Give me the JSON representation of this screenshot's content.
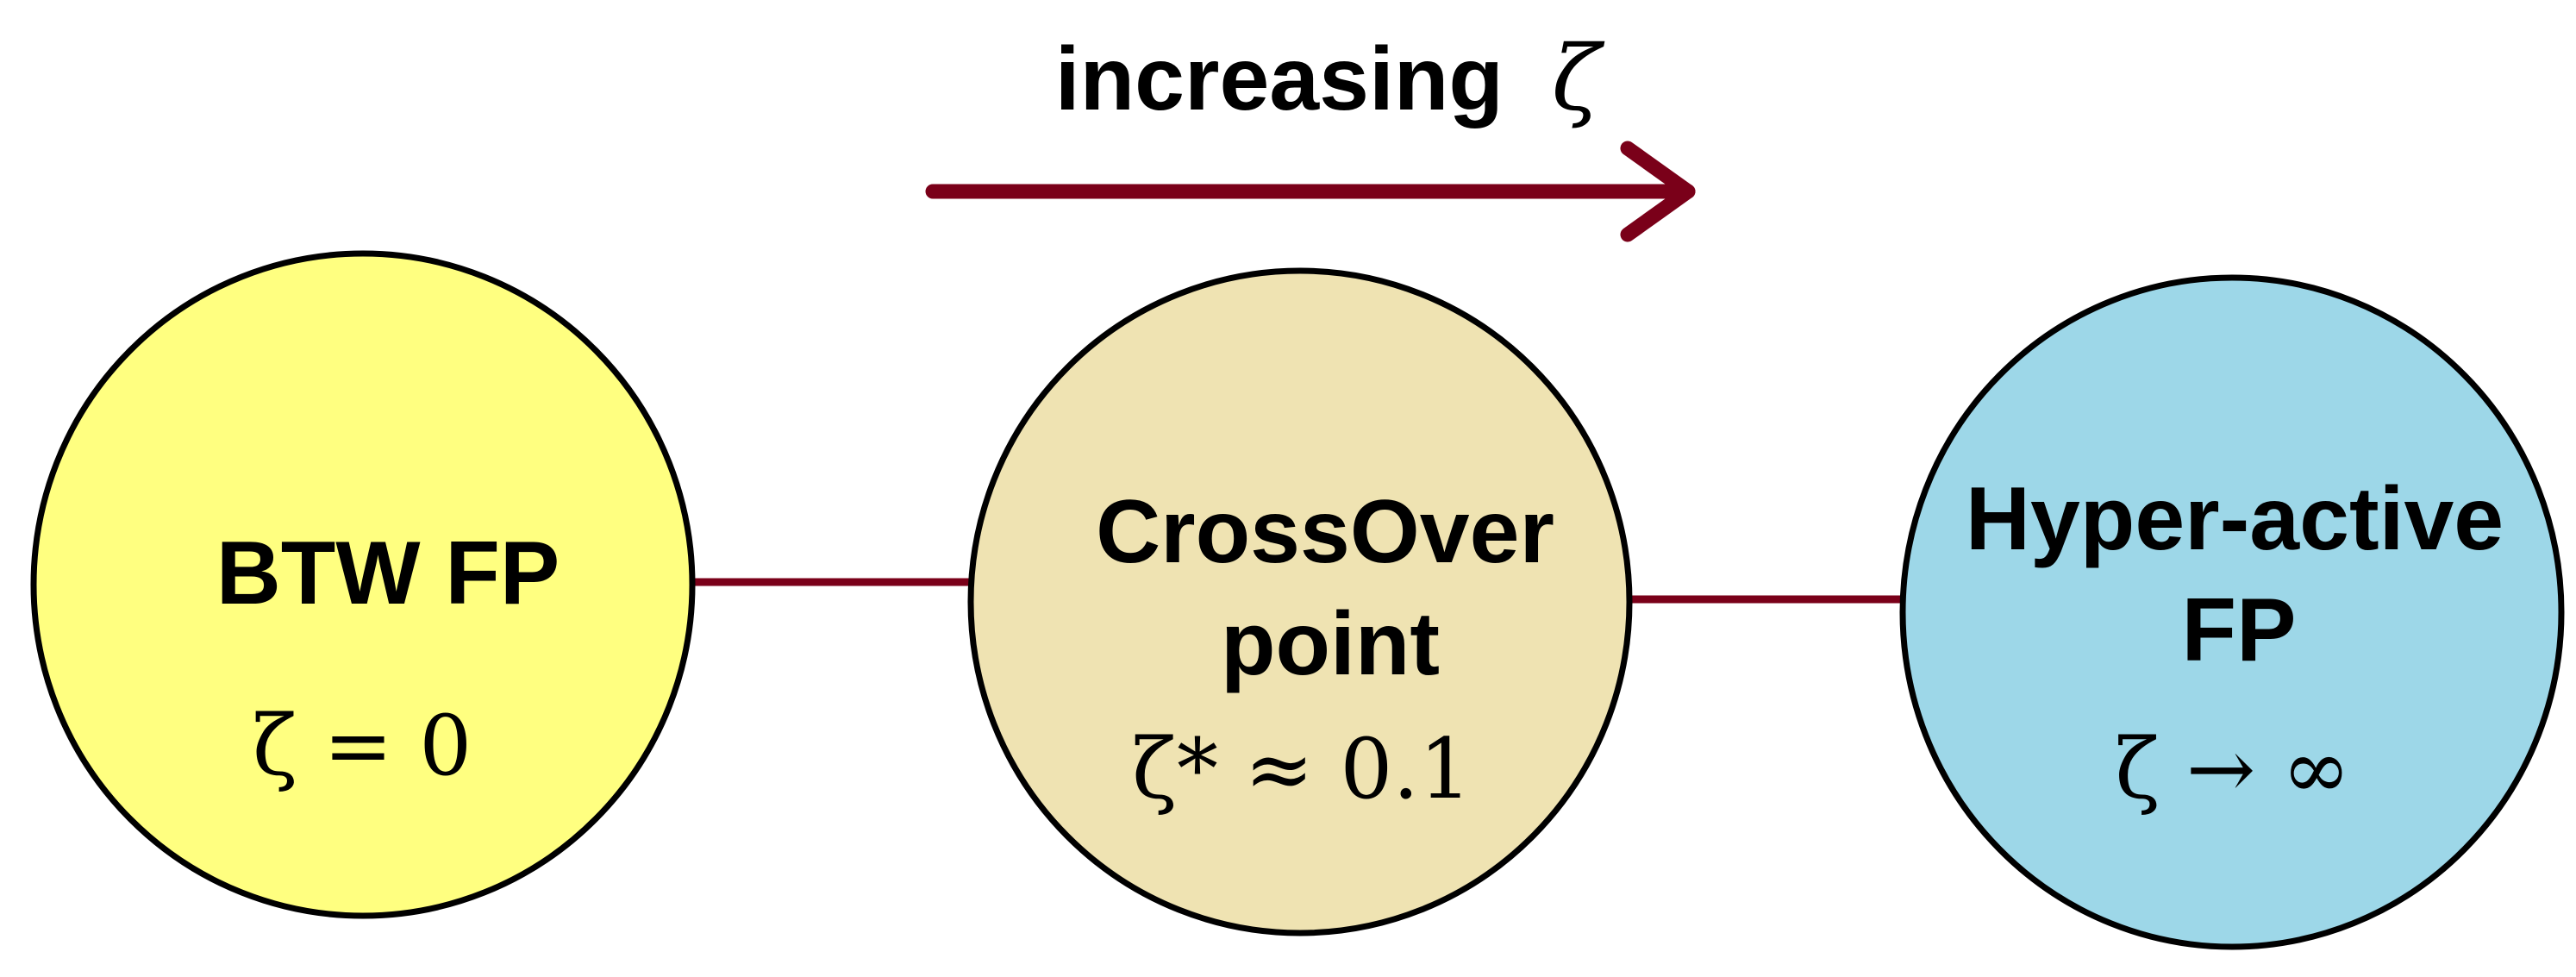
{
  "header": {
    "text": "increasing",
    "symbol": "ζ"
  },
  "nodes": [
    {
      "line1": "BTW FP",
      "line2": "",
      "math": "ζ = 0"
    },
    {
      "line1": "CrossOver",
      "line2": "point",
      "math": "ζ* ≈ 0.1"
    },
    {
      "line1": "Hyper-active",
      "line2": "FP",
      "math": "ζ → ∞"
    }
  ],
  "colors": {
    "node_btw": "#ffff80",
    "node_crossover": "#efe3b2",
    "node_hyper": "#9dd7e8",
    "connector": "#7a0019",
    "arrow": "#7a0019",
    "outline": "#000000"
  }
}
